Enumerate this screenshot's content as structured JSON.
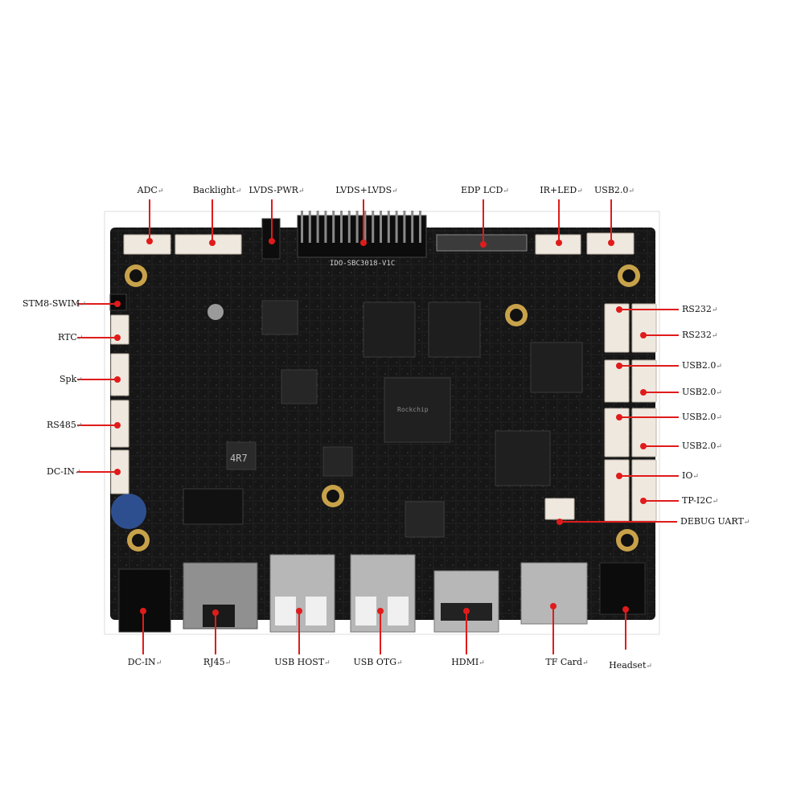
{
  "diagram": {
    "top_labels": [
      "ADC",
      "Backlight",
      "LVDS-PWR",
      "LVDS+LVDS",
      "EDP LCD",
      "IR+LED",
      "USB2.0"
    ],
    "left_labels": [
      "STM8-SWIM",
      "RTC",
      "Spk",
      "RS485",
      "DC-IN"
    ],
    "right_labels": [
      "RS232",
      "RS232",
      "USB2.0",
      "USB2.0",
      "USB2.0",
      "USB2.0",
      "IO",
      "TP-I2C",
      "DEBUG UART"
    ],
    "bottom_labels": [
      "DC-IN",
      "RJ45",
      "USB HOST",
      "USB OTG",
      "HDMI",
      "TF Card",
      "Headset"
    ],
    "board_text": {
      "model": "IDO-SBC3018-V1C",
      "inductor": "4R7",
      "soc_brand": "Rockchip"
    },
    "mark": "↵",
    "colors": {
      "pcb": "#151515",
      "connector": "#efe8df",
      "arrow": "#e01b1b",
      "mount_hole": "#c8a24a"
    }
  }
}
